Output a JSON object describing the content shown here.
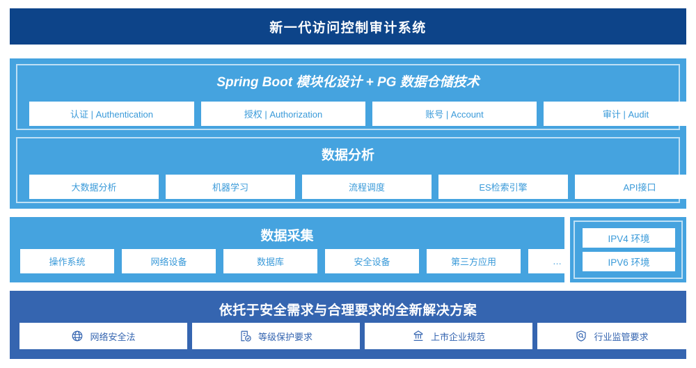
{
  "header": {
    "title": "新一代访问控制审计系统"
  },
  "colors": {
    "header_bg": "#0d4489",
    "panel_light_blue": "#45a3df",
    "panel_blue": "#3565b0",
    "chip_bg": "#ffffff",
    "chip_text_light": "#3a9ad9",
    "chip_text_dark": "#3565b0",
    "group_border": "#bfe0f5"
  },
  "platform_section": {
    "groups": [
      {
        "title": "Spring Boot 模块化设计 + PG 数据仓储技术",
        "title_style": "italic",
        "items": [
          {
            "label": "认证 | Authentication"
          },
          {
            "label": "授权 | Authorization"
          },
          {
            "label": "账号 | Account"
          },
          {
            "label": "审计 | Audit"
          }
        ]
      },
      {
        "title": "数据分析",
        "title_style": "normal",
        "items": [
          {
            "label": "大数据分析"
          },
          {
            "label": "机器学习"
          },
          {
            "label": "流程调度"
          },
          {
            "label": "ES检索引擎"
          },
          {
            "label": "API接口"
          }
        ]
      }
    ]
  },
  "collection_section": {
    "title": "数据采集",
    "items": [
      {
        "label": "操作系统"
      },
      {
        "label": "网络设备"
      },
      {
        "label": "数据库"
      },
      {
        "label": "安全设备"
      },
      {
        "label": "第三方应用"
      },
      {
        "label": "…"
      }
    ],
    "environments": [
      {
        "label": "IPV4 环境"
      },
      {
        "label": "IPV6 环境"
      }
    ]
  },
  "compliance_section": {
    "title": "依托于安全需求与合理要求的全新解决方案",
    "items": [
      {
        "label": "网络安全法",
        "icon": "globe-icon"
      },
      {
        "label": "等级保护要求",
        "icon": "document-check-icon"
      },
      {
        "label": "上市企业规范",
        "icon": "bank-icon"
      },
      {
        "label": "行业监管要求",
        "icon": "shield-search-icon"
      }
    ]
  }
}
